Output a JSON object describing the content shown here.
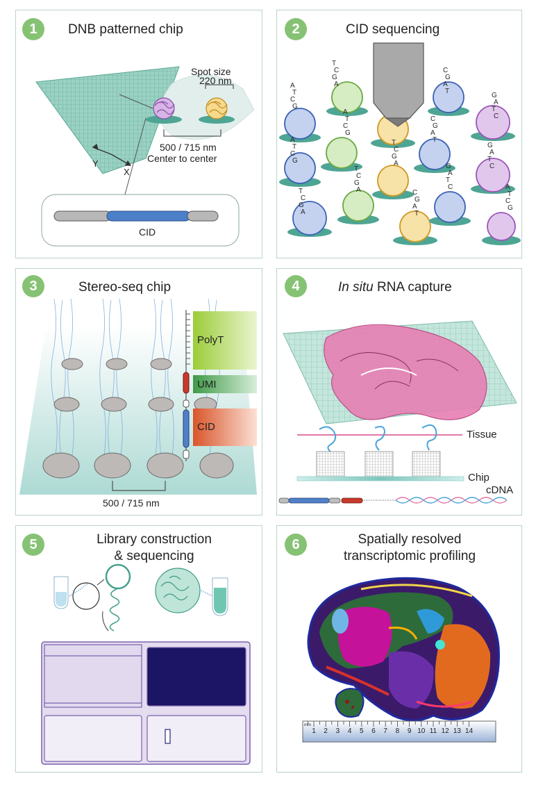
{
  "panels": [
    {
      "number": "1",
      "title": "DNB patterned chip"
    },
    {
      "number": "2",
      "title": "CID sequencing"
    },
    {
      "number": "3",
      "title": "Stereo-seq chip"
    },
    {
      "number": "4",
      "title_italic": "In situ",
      "title_rest": " RNA capture"
    },
    {
      "number": "5",
      "title_line1": "Library construction",
      "title_line2": "& sequencing"
    },
    {
      "number": "6",
      "title_line1": "Spatially resolved",
      "title_line2": "transcriptomic profiling"
    }
  ],
  "panel1": {
    "spot_size_label": "Spot size",
    "spot_size_value": "220 nm",
    "pitch_label": "500 / 715 nm",
    "pitch_desc": "Center to center",
    "axis_x": "X",
    "axis_y": "Y",
    "cid_label": "CID"
  },
  "panel2": {
    "bases": [
      "A",
      "T",
      "C",
      "G"
    ]
  },
  "panel3": {
    "polyt_label": "PolyT",
    "umi_label": "UMI",
    "cid_label": "CID",
    "pitch_label": "500 / 715 nm"
  },
  "panel4": {
    "tissue_label": "Tissue",
    "chip_label": "Chip",
    "cdna_label": "cDNA"
  },
  "panel6": {
    "ruler_unit": "mm",
    "ruler_ticks": [
      "1",
      "2",
      "3",
      "4",
      "5",
      "6",
      "7",
      "8",
      "9",
      "10",
      "11",
      "12",
      "13",
      "14"
    ]
  },
  "colors": {
    "panel_border": "#b9d3c9",
    "badge": "#86c274",
    "teal": "#4fa594",
    "purple": "#a56bbf",
    "yellow": "#e8b94a",
    "green": "#8cc86a",
    "blue": "#4b72c2",
    "pink": "#e27fb1",
    "navy": "#1c1464",
    "lavender": "#e4dcef"
  }
}
